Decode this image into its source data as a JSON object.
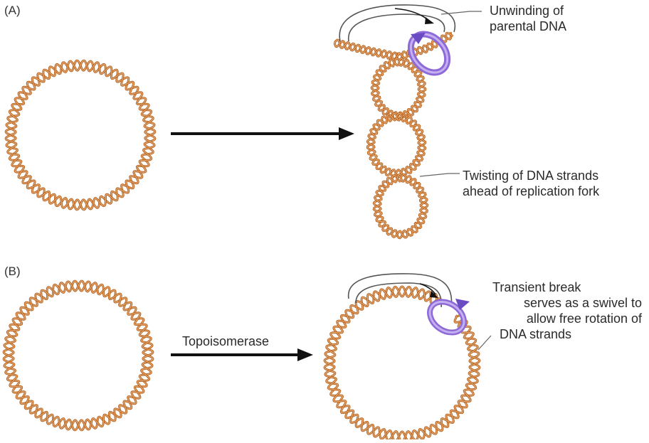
{
  "panel_a": {
    "label": "(A)",
    "caption_unwinding": [
      "Unwinding of",
      "parental DNA"
    ],
    "caption_twisting": [
      "Twisting of DNA strands",
      "ahead of replication fork"
    ]
  },
  "panel_b": {
    "label": "(B)",
    "arrow_label": "Topoisomerase",
    "caption_break": [
      "Transient break",
      "serves as a swivel to",
      "allow free rotation of",
      "DNA strands"
    ]
  },
  "colors": {
    "dna_strand": "#b5611e",
    "dna_strand_light": "#e9b07a",
    "swivel_arrow": "#8e6ad8",
    "swivel_arrow_dark": "#6b4bc4",
    "arrow": "#111111",
    "leader_line": "#666666"
  },
  "icons": [
    "curved-arrow-icon",
    "rotation-arrow-icon"
  ]
}
